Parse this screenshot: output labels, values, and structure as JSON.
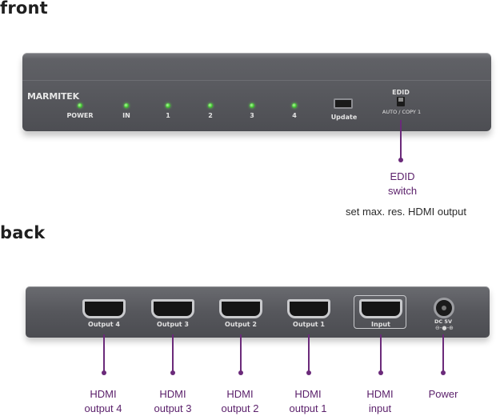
{
  "front": {
    "title": "front",
    "brand": "MARMITEK",
    "labels": [
      "POWER",
      "IN",
      "1",
      "2",
      "3",
      "4",
      "Update"
    ],
    "edid_label": "EDID",
    "edid_modes": "AUTO / COPY 1",
    "callout": {
      "line1": "EDID",
      "line2": "switch"
    },
    "note": "set max. res. HDMI output"
  },
  "back": {
    "title": "back",
    "ports": [
      "Output 4",
      "Output 3",
      "Output 2",
      "Output 1",
      "Input"
    ],
    "power_label": "DC 5V",
    "callouts": [
      {
        "line1": "HDMI",
        "line2": "output 4"
      },
      {
        "line1": "HDMI",
        "line2": "output 3"
      },
      {
        "line1": "HDMI",
        "line2": "output 2"
      },
      {
        "line1": "HDMI",
        "line2": "output 1"
      },
      {
        "line1": "HDMI",
        "line2": "input"
      },
      {
        "line1": "Power",
        "line2": ""
      }
    ]
  },
  "colors": {
    "accent": "#6b2a7a",
    "device": "#56575c",
    "led": "#4bcf3a"
  }
}
